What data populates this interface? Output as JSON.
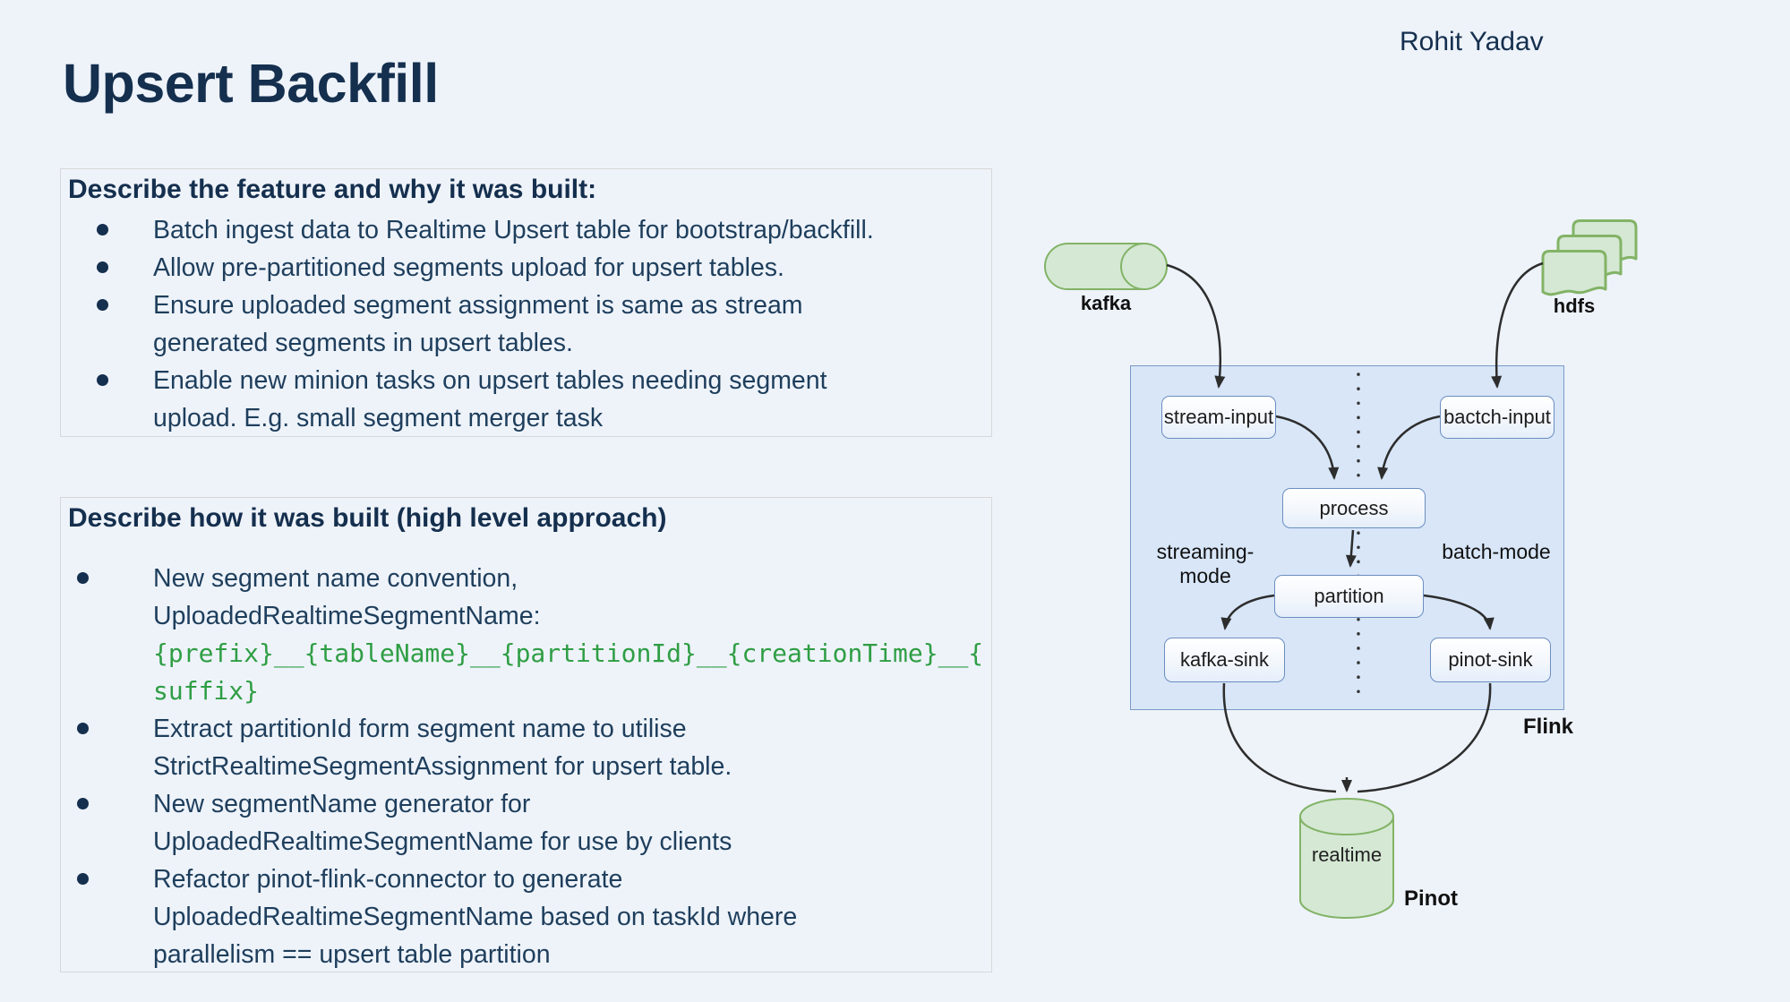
{
  "page": {
    "title": "Upsert Backfill",
    "author": "Rohit Yadav"
  },
  "feature_box": {
    "header": "Describe the feature and why it was built:",
    "bullets": [
      {
        "text": "Batch ingest data to Realtime Upsert table for bootstrap/backfill."
      },
      {
        "text": "Allow pre-partitioned segments upload for upsert tables."
      },
      {
        "text": "Ensure uploaded segment assignment is same as stream\ngenerated segments in upsert tables."
      },
      {
        "text": "Enable new minion tasks on upsert tables needing segment\nupload. E.g. small segment merger task"
      }
    ]
  },
  "approach_box": {
    "header": "Describe how it was built (high level approach)",
    "bullets": [
      {
        "text": "New segment name convention,\nUploadedRealtimeSegmentName:",
        "code": "{prefix}__{tableName}__{partitionId}__{creationTime}__{\nsuffix}"
      },
      {
        "text": "Extract partitionId form segment name to utilise\nStrictRealtimeSegmentAssignment for upsert table.",
        "code": ""
      },
      {
        "text": "New segmentName generator for\nUploadedRealtimeSegmentName for use by clients",
        "code": ""
      },
      {
        "text": "Refactor pinot-flink-connector to generate\nUploadedRealtimeSegmentName based on taskId where\nparallelism == upsert table partition",
        "code": ""
      }
    ]
  },
  "diagram": {
    "sources": {
      "kafka_label": "kafka",
      "hdfs_label": "hdfs"
    },
    "container_label": "Flink",
    "mode_labels": {
      "streaming": "streaming-mode",
      "batch": "batch-mode"
    },
    "nodes": {
      "stream_input": "stream-input",
      "batch_input": "bactch-input",
      "process": "process",
      "partition": "partition",
      "kafka_sink": "kafka-sink",
      "pinot_sink": "pinot-sink"
    },
    "sink": {
      "db_label": "realtime",
      "system_label": "Pinot"
    },
    "colors": {
      "page_background": "#eef3fa",
      "heading_navy": "#152f4e",
      "body_navy": "#1e3e5c",
      "code_green": "#2f9e44",
      "container_fill": "#d8e6f8",
      "container_border": "#7a99c8",
      "node_border": "#6c8ebf",
      "green_fill": "#d5e8d4",
      "green_border": "#82b366",
      "arrow": "#2d2d2d"
    }
  }
}
